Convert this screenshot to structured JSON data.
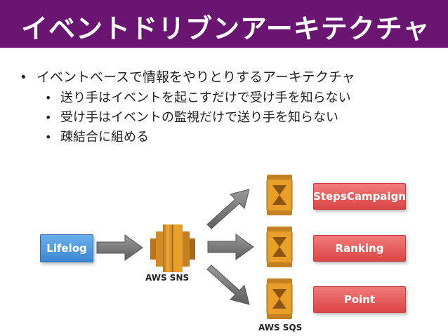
{
  "slide": {
    "title": "イベントドリブンアーキテクチャ"
  },
  "bullets": {
    "main": "イベントベースで情報をやりとりするアーキテクチャ",
    "sub": [
      "送り手はイベントを起こすだけで受け手を知らない",
      "受け手はイベントの監視だけで送り手を知らない",
      "疎結合に組める"
    ]
  },
  "diagram": {
    "source_label": "Lifelog",
    "sns_label": "AWS SNS",
    "sqs_label": "AWS SQS",
    "targets": [
      "StepsCampaign",
      "Ranking",
      "Point"
    ],
    "colors": {
      "title_bar": "#6b1572",
      "source_box": "#3b87d2",
      "target_box": "#dc4545",
      "aws_orange": "#e8a02a",
      "arrow_gray": "#707070"
    },
    "icons": {
      "sns": "aws-sns-icon",
      "sqs": "aws-sqs-icon",
      "arrows": "gray-arrow-icon"
    }
  }
}
